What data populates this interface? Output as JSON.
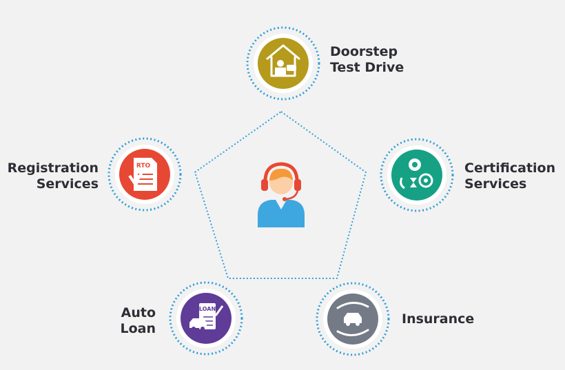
{
  "services": [
    {
      "id": "doorstep-test-drive",
      "label_lines": [
        "Doorstep",
        "Test Drive"
      ],
      "color": "#b59a1c",
      "icon": "house-icon"
    },
    {
      "id": "certification-services",
      "label_lines": [
        "Certification",
        "Services"
      ],
      "color": "#16a184",
      "icon": "certification-icon"
    },
    {
      "id": "insurance",
      "label_lines": [
        "Insurance"
      ],
      "color": "#747b86",
      "icon": "insurance-icon"
    },
    {
      "id": "auto-loan",
      "label_lines": [
        "Auto",
        "Loan"
      ],
      "color": "#5f3c97",
      "icon": "loan-icon"
    },
    {
      "id": "registration-services",
      "label_lines": [
        "Registration",
        "Services"
      ],
      "color": "#e74834",
      "icon": "rto-document-icon"
    }
  ],
  "rto_tag": "RTO",
  "loan_tag": "LOAN",
  "center": {
    "icon": "support-agent-icon"
  },
  "colors": {
    "dotted": "#2f9ed8",
    "text": "#2d2d35"
  }
}
